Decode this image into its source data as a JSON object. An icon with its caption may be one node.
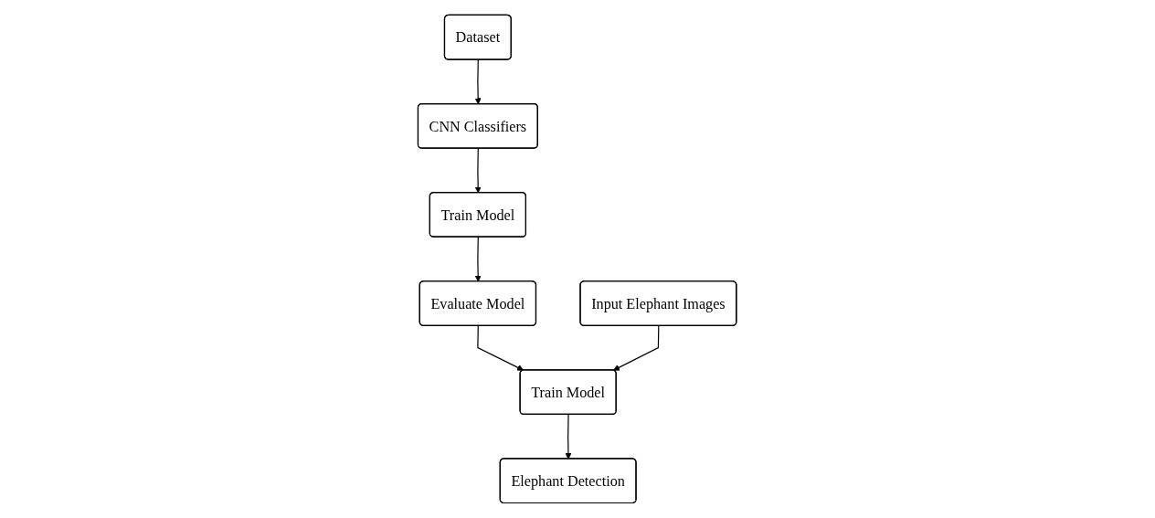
{
  "diagram": {
    "nodes": [
      {
        "text": [
          "Dataset"
        ]
      },
      {
        "text": [
          "CNN Classifiers"
        ]
      },
      {
        "text": [
          "Train Model"
        ]
      },
      {
        "text": [
          "Evaluate Model"
        ]
      },
      {
        "text": [
          "Input Elephant Images"
        ]
      },
      {
        "text": [
          "Train Model"
        ]
      },
      {
        "text": [
          "Elephant Detection"
        ]
      }
    ],
    "edges": [
      {
        "from": 0,
        "to": 1,
        "arrow": "to"
      },
      {
        "from": 1,
        "to": 2,
        "arrow": "to"
      },
      {
        "from": 2,
        "to": 3,
        "arrow": "to"
      },
      {
        "from": 3,
        "to": 5,
        "arrow": "to"
      },
      {
        "from": 4,
        "to": 5,
        "arrow": "to"
      },
      {
        "from": 5,
        "to": 6,
        "arrow": "to"
      }
    ]
  }
}
